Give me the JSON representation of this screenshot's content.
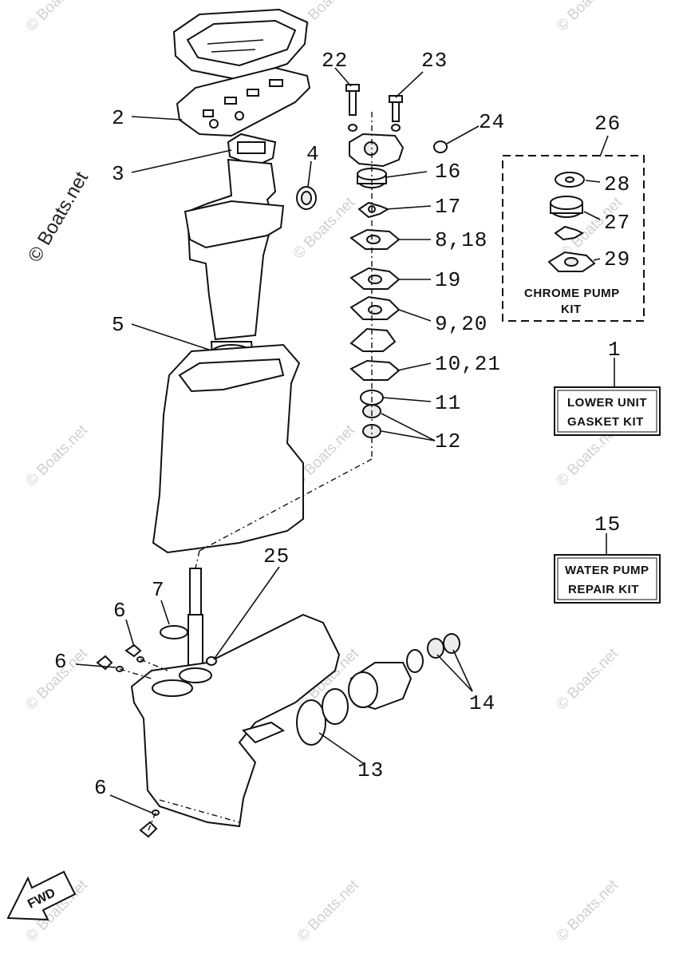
{
  "callouts": {
    "c1": "1",
    "c2": "2",
    "c3": "3",
    "c4": "4",
    "c5": "5",
    "c6a": "6",
    "c6b": "6",
    "c6c": "6",
    "c7": "7",
    "c8_18": "8,18",
    "c9_20": "9,20",
    "c10_21": "10,21",
    "c11": "11",
    "c12": "12",
    "c13": "13",
    "c14": "14",
    "c15": "15",
    "c16": "16",
    "c17": "17",
    "c19": "19",
    "c22": "22",
    "c23": "23",
    "c24": "24",
    "c25": "25",
    "c26": "26",
    "c27": "27",
    "c28": "28",
    "c29": "29"
  },
  "kits": {
    "chrome_pump_line1": "CHROME PUMP",
    "chrome_pump_line2": "KIT",
    "lower_unit_line1": "LOWER UNIT",
    "lower_unit_line2": "GASKET KIT",
    "water_pump_line1": "WATER PUMP",
    "water_pump_line2": "REPAIR KIT"
  },
  "fwd_label": "FWD",
  "watermark": {
    "side": "© Boats.net",
    "tile": "© Boats.net"
  }
}
